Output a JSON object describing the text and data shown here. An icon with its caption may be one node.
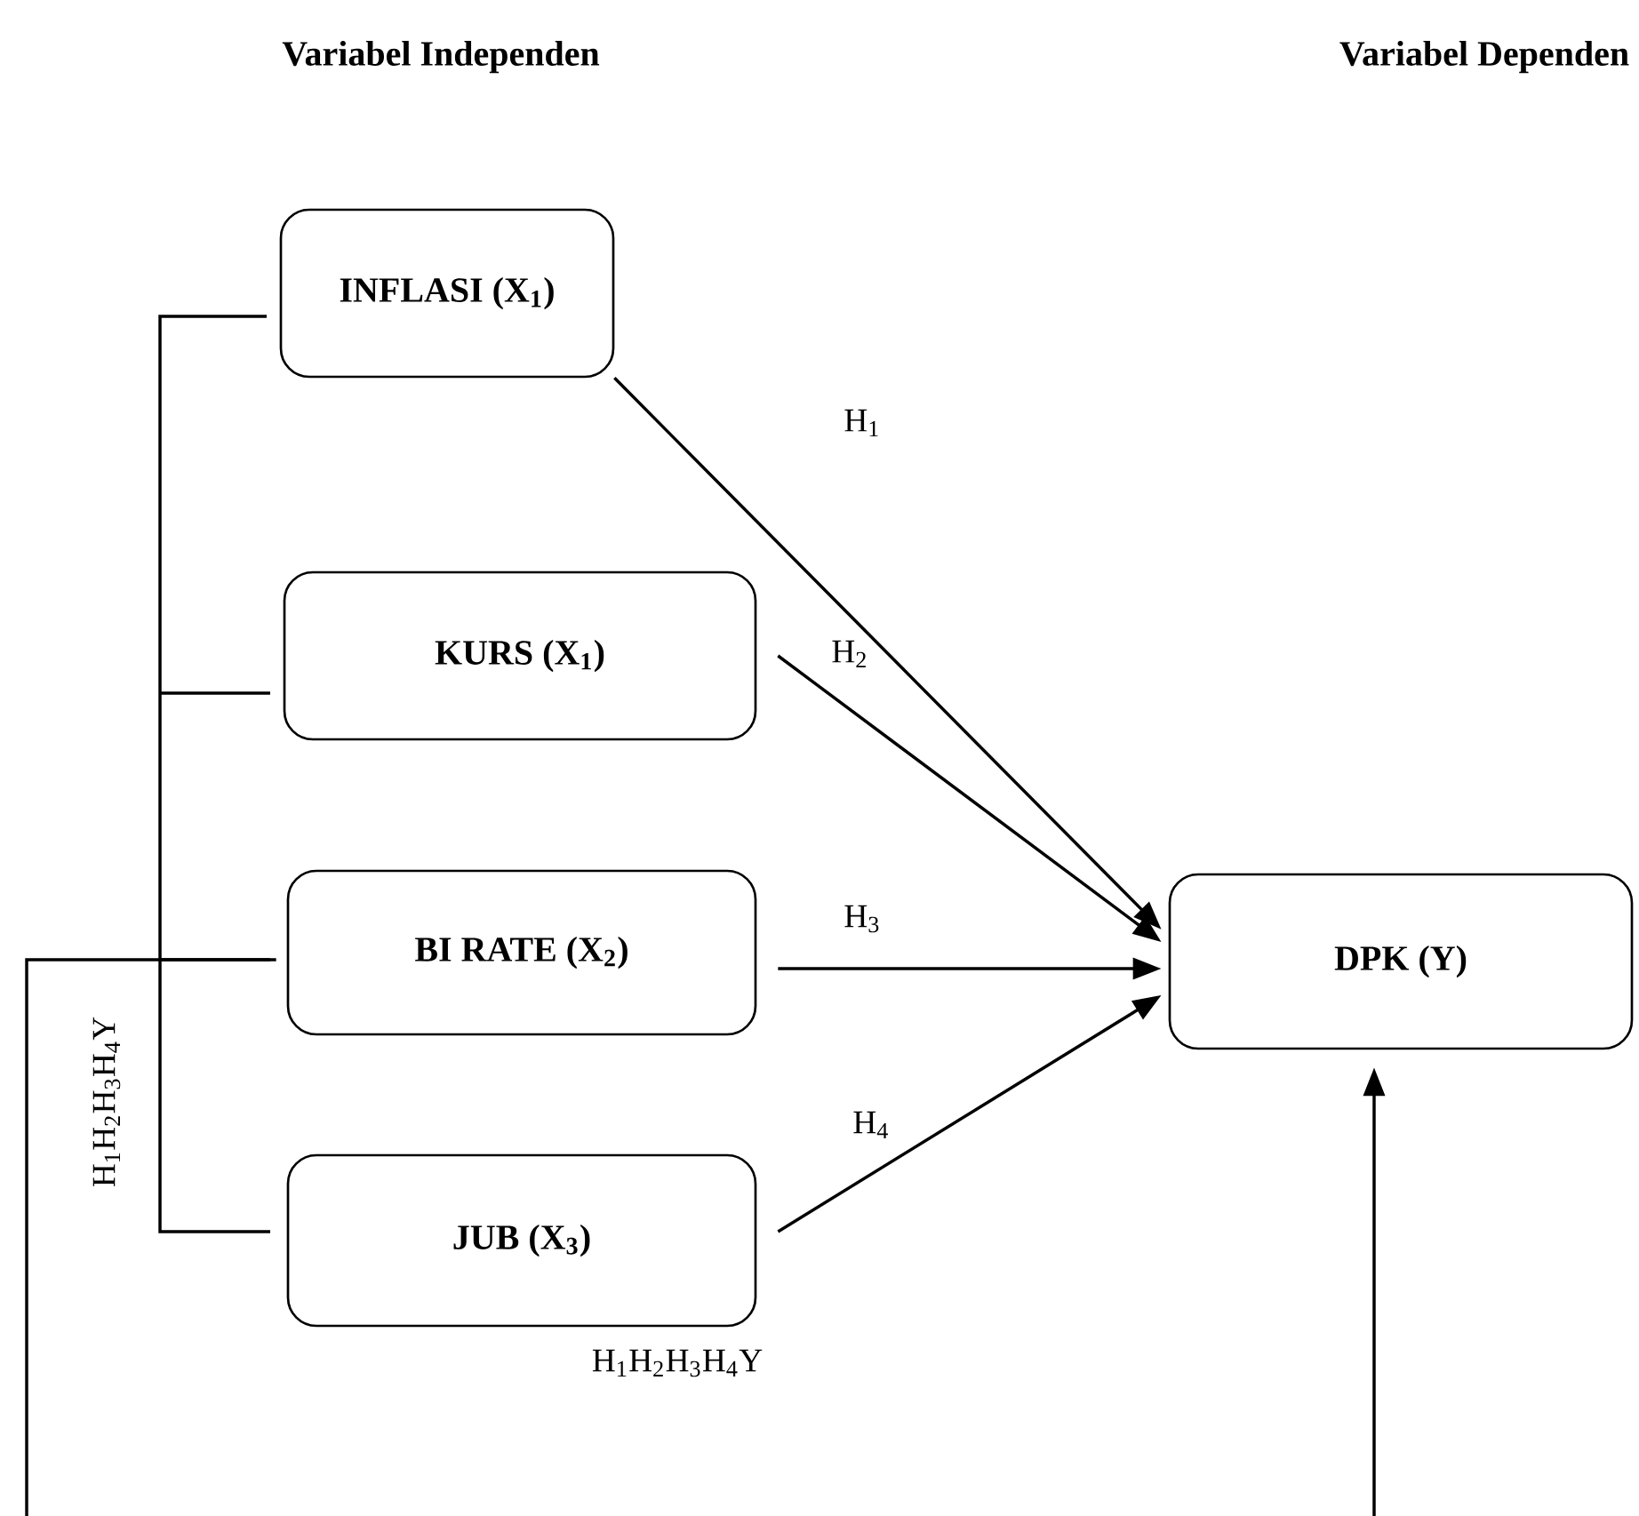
{
  "diagram": {
    "nodes": [
      {
        "text": [
          "INFLASI (X$_{1}$)"
        ]
      },
      {
        "text": [
          "KURS (X$_{1}$)"
        ]
      },
      {
        "text": [
          "BI RATE (X$_{2}$)"
        ]
      },
      {
        "text": [
          "JUB (X$_{3}$)"
        ]
      },
      {
        "text": [
          "DPK (Y)"
        ]
      }
    ],
    "edges": [
      {
        "from": 0,
        "to": 4,
        "arrow": "to",
        "label": "H$_{1}$"
      },
      {
        "from": 1,
        "to": 4,
        "arrow": "to",
        "label": "H$_{2}$"
      },
      {
        "from": 2,
        "to": 4,
        "arrow": "to",
        "label": "H$_{3}$"
      },
      {
        "from": 3,
        "to": 4,
        "arrow": "to",
        "label": "H$_{4}$"
      },
      {
        "from": null,
        "to": 4,
        "arrow": "to"
      },
      {
        "from": 2,
        "to": null,
        "arrow": "none"
      }
    ],
    "labels": [
      "Variabel Independen",
      "Variabel Dependen",
      "H$_{1}$H$_{2}$H$_{3}$H$_{4}$Y",
      "H$_{1}$H$_{2}$H$_{3}$H$_{4}$Y"
    ]
  }
}
